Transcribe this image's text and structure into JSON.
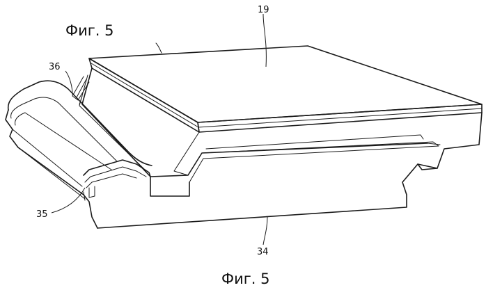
{
  "figure": {
    "caption_top": "Фиг. 5",
    "caption_bottom": "Фиг. 5"
  },
  "reference_numerals": {
    "panel_top": "19",
    "tongue_profile": "36",
    "groove_profile": "35",
    "panel_body": "34"
  }
}
